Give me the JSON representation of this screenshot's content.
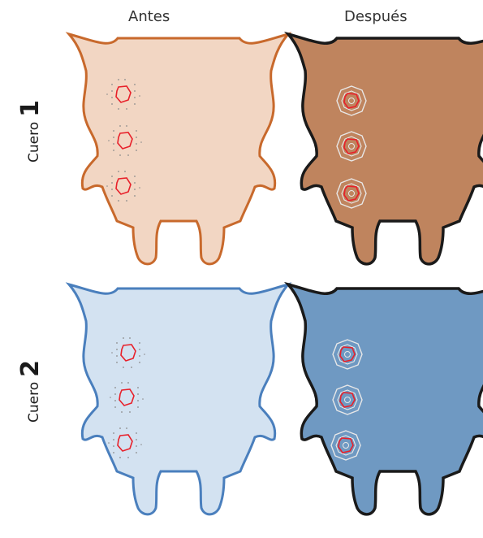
{
  "columns": {
    "before": "Antes",
    "after": "Después"
  },
  "rows": [
    {
      "word": "Cuero",
      "number": "1"
    },
    {
      "word": "Cuero",
      "number": "2"
    }
  ],
  "colors": {
    "cuero1_before_fill": "#f2d6c3",
    "cuero1_before_stroke": "#c8692c",
    "cuero1_after_fill": "#bf845e",
    "cuero2_before_fill": "#d3e2f1",
    "cuero2_before_stroke": "#4a7fbd",
    "cuero2_after_fill": "#6f99c2",
    "after_stroke": "#1a1a1a",
    "marker_red": "#e8202a",
    "halo_white": "#e8e8e8",
    "dot_gray": "#8a8a8a"
  }
}
